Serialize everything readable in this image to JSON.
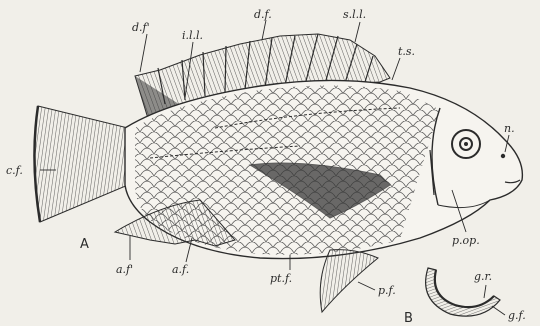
{
  "figure": {
    "labels": {
      "dorsal_fin_anterior": "d.f'",
      "inferior_lateral_line": "i.l.l.",
      "dorsal_fin": "d.f.",
      "superior_lateral_line": "s.l.l.",
      "transverse_scales": "t.s.",
      "nostril": "n.",
      "caudal_fin": "c.f.",
      "preoperculum": "p.op.",
      "anal_fin_spines": "a.f'",
      "anal_fin": "a.f.",
      "pectoral_fin": "pt.f.",
      "pelvic_fin": "p.f.",
      "gill_rakers": "g.r.",
      "gill_filaments": "g.f."
    },
    "panel_labels": {
      "fish": "A",
      "gill_arch": "B"
    }
  },
  "colors": {
    "ink": "#2b2b2b",
    "paper": "#f1efe9"
  }
}
